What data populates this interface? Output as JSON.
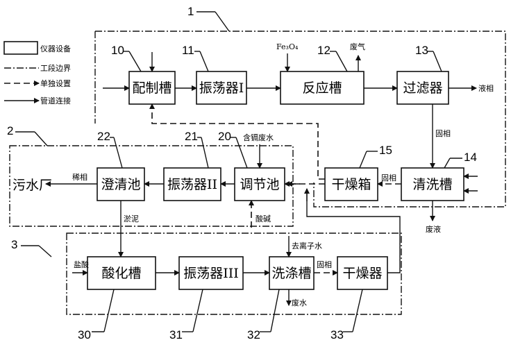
{
  "legend": {
    "equipment": "仪器设备",
    "section_boundary": "工段边界",
    "separate_setup": "单独设置",
    "pipe_connection": "管道连接"
  },
  "sections": {
    "s1": "1",
    "s2": "2",
    "s3": "3"
  },
  "units": {
    "u10": {
      "num": "10",
      "label": "配制槽"
    },
    "u11": {
      "num": "11",
      "label": "振荡器I"
    },
    "u12": {
      "num": "12",
      "label": "反应槽"
    },
    "u13": {
      "num": "13",
      "label": "过滤器"
    },
    "u14": {
      "num": "14",
      "label": "清洗槽"
    },
    "u15": {
      "num": "15",
      "label": "干燥箱"
    },
    "u20": {
      "num": "20",
      "label": "调节池"
    },
    "u21": {
      "num": "21",
      "label": "振荡器II"
    },
    "u22": {
      "num": "22",
      "label": "澄清池"
    },
    "u30": {
      "num": "30",
      "label": "酸化槽"
    },
    "u31": {
      "num": "31",
      "label": "振荡器III"
    },
    "u32": {
      "num": "32",
      "label": "洗涤槽"
    },
    "u33": {
      "num": "33",
      "label": "干燥器"
    }
  },
  "plant": "污水厂",
  "streams": {
    "fe3o4": "Fe₃O₄",
    "waste_gas": "废气",
    "liquid_phase": "液相",
    "solid_phase_13": "固相",
    "solid_phase_14": "固相",
    "waste_liquid": "废液",
    "cd_wastewater": "含镉废水",
    "dilute_phase": "稀相",
    "sludge": "淤泥",
    "acid_base": "酸碱",
    "hydrochloric_acid": "盐酸",
    "deionized_water": "去离子水",
    "solid_phase_32": "固相",
    "waste_water": "废水"
  }
}
